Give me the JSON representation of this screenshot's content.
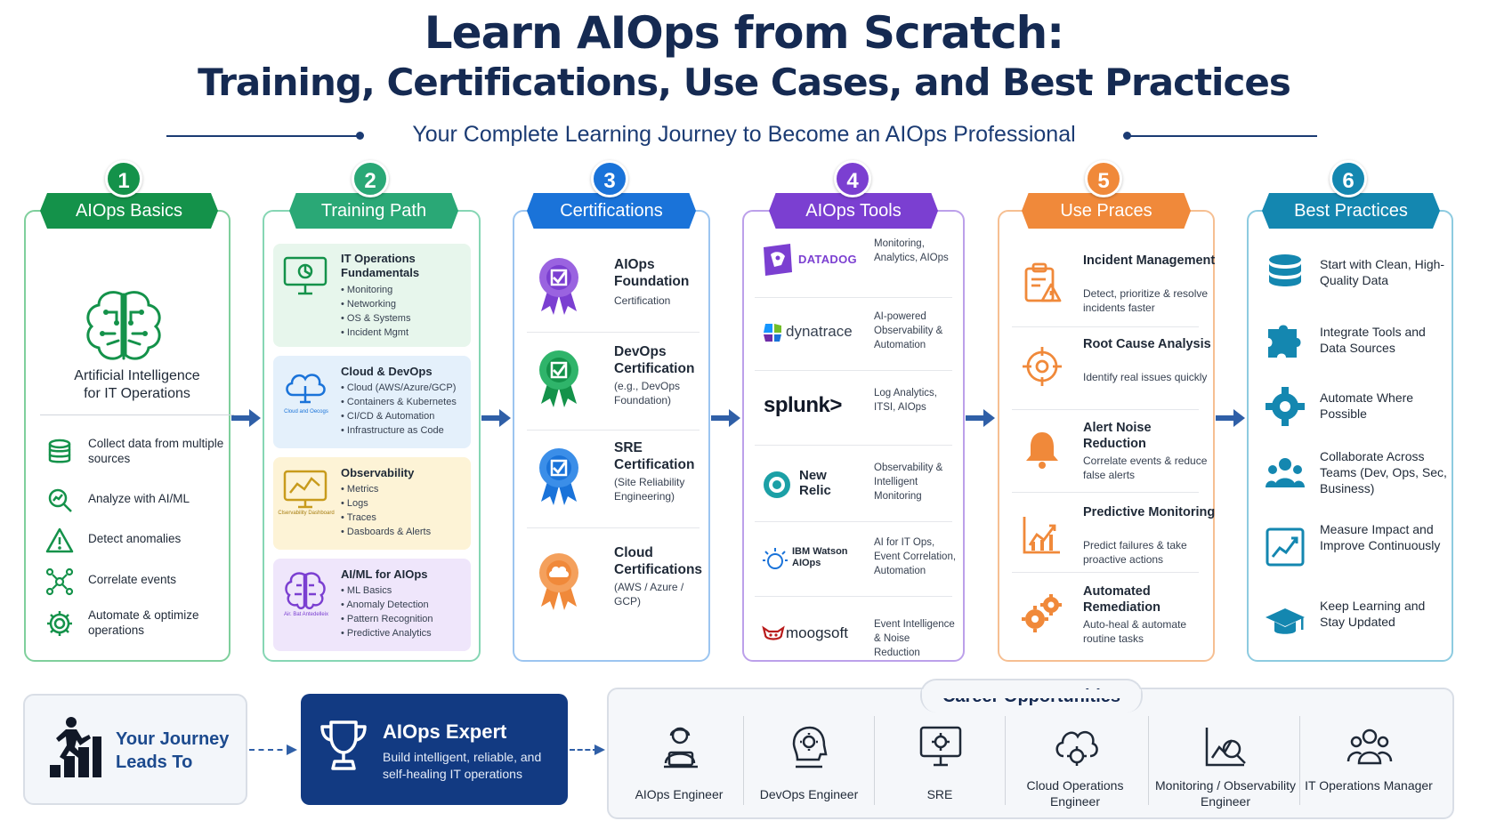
{
  "header": {
    "title_line1": "Learn AIOps from Scratch:",
    "title_line2": "Training, Certifications, Use Cases, and Best Practices",
    "subtitle": "Your Complete Learning Journey to Become an AIOps Professional"
  },
  "colors": {
    "green": "#14924a",
    "teal": "#2aa876",
    "blue": "#1a73d9",
    "purple": "#7b3fd1",
    "orange": "#f0893a",
    "cyan": "#1487b0",
    "navy": "#123a82"
  },
  "stages": [
    {
      "number": "1",
      "title": "AIOps Basics"
    },
    {
      "number": "2",
      "title": "Training Path"
    },
    {
      "number": "3",
      "title": "Certifications"
    },
    {
      "number": "4",
      "title": "AIOps Tools"
    },
    {
      "number": "5",
      "title": "Use Praces"
    },
    {
      "number": "6",
      "title": "Best Practices"
    }
  ],
  "basics": {
    "icon": "brain-circuit-icon",
    "desc_line1": "Artificial Intelligence",
    "desc_line2": "for IT Operations",
    "items": [
      {
        "icon": "database-icon",
        "text": "Collect data from multiple sources"
      },
      {
        "icon": "magnifier-chart-icon",
        "text": "Analyze with AI/ML"
      },
      {
        "icon": "warning-icon",
        "text": "Detect anomalies"
      },
      {
        "icon": "network-nodes-icon",
        "text": "Correlate events"
      },
      {
        "icon": "gear-icon",
        "text": "Automate & optimize operations"
      }
    ]
  },
  "training": [
    {
      "icon": "monitor-icon",
      "title": "IT Operations Fundamentals",
      "items": [
        "Monitoring",
        "Networking",
        "OS & Systems",
        "Incident Mgmt"
      ]
    },
    {
      "icon": "cloud-icon",
      "icon_caption": "Cloud and Oecogs",
      "title": "Cloud & DevOps",
      "items": [
        "Cloud (AWS/Azure/GCP)",
        "Containers & Kubernetes",
        "CI/CD & Automation",
        "Infrastructure as Code"
      ]
    },
    {
      "icon": "dashboard-chart-icon",
      "icon_caption": "Clservability Dashboard",
      "title": "Observability",
      "items": [
        "Metrics",
        "Logs",
        "Traces",
        "Dasboards & Alerts"
      ]
    },
    {
      "icon": "brain-icon",
      "icon_caption": "Air. Bat Antedelleix",
      "title": "AI/ML for AIOps",
      "items": [
        "ML Basics",
        "Anomaly Detection",
        "Pattern Recognition",
        "Predictive Analytics"
      ]
    }
  ],
  "certifications": [
    {
      "icon": "purple-badge-icon",
      "title": "AIOps Foundation",
      "sub": "Certification"
    },
    {
      "icon": "green-badge-icon",
      "title": "DevOps Certification",
      "sub": "(e.g., DevOps Foundation)"
    },
    {
      "icon": "blue-badge-icon",
      "title": "SRE Certification",
      "sub": "(Site Reliability Engineering)"
    },
    {
      "icon": "orange-badge-icon",
      "title": "Cloud Certifications",
      "sub": "(AWS / Azure / GCP)"
    }
  ],
  "tools": [
    {
      "name": "DATADOG",
      "logo": "datadog-logo-icon",
      "desc": "Monitoring, Analytics, AIOps"
    },
    {
      "name": "dynatrace",
      "logo": "dynatrace-logo-icon",
      "desc": "AI-powered Observability & Automation"
    },
    {
      "name": "splunk>",
      "logo": "splunk-logo",
      "desc": "Log Analytics, ITSI, AIOps"
    },
    {
      "name_line1": "New",
      "name_line2": "Relic",
      "logo": "newrelic-logo-icon",
      "desc": "Observability & Intelligent Monitoring"
    },
    {
      "name_line1": "IBM Watson",
      "name_line2": "AIOps",
      "logo": "ibm-watson-logo-icon",
      "desc": "AI for IT Ops, Event Correlation, Automation"
    },
    {
      "name": "moogsoft",
      "logo": "moogsoft-logo-icon",
      "desc": "Event Intelligence & Noise Reduction"
    }
  ],
  "use_cases": [
    {
      "icon": "clipboard-alert-icon",
      "title": "Incident Management",
      "desc": "Detect, prioritize & resolve incidents faster"
    },
    {
      "icon": "crosshair-icon",
      "title": "Root Cause Analysis",
      "desc": "Identify real issues quickly"
    },
    {
      "icon": "bell-icon",
      "title": "Alert Noise Reduction",
      "desc": "Correlate events & reduce false alerts"
    },
    {
      "icon": "trend-chart-icon",
      "title": "Predictive Monitoring",
      "desc": "Predict failures & take proactive actions"
    },
    {
      "icon": "gears-icon",
      "title": "Automated Remediation",
      "desc": "Auto-heal & automate routine tasks"
    }
  ],
  "best_practices": [
    {
      "icon": "database-stack-icon",
      "text": "Start with Clean, High-Quality Data"
    },
    {
      "icon": "puzzle-icon",
      "text": "Integrate Tools and Data Sources"
    },
    {
      "icon": "gear-icon",
      "text": "Automate Where Possible"
    },
    {
      "icon": "team-icon",
      "text": "Collaborate Across Teams (Dev, Ops, Sec, Business)"
    },
    {
      "icon": "growth-chart-icon",
      "text": "Measure Impact and Improve Continuously"
    },
    {
      "icon": "graduation-cap-icon",
      "text": "Keep Learning and Stay Updated"
    }
  ],
  "journey": {
    "icon": "climbing-person-icon",
    "line1": "Your Journey",
    "line2": "Leads To"
  },
  "expert": {
    "icon": "trophy-icon",
    "title": "AIOps Expert",
    "desc": "Build intelligent, reliable, and self-healing IT operations"
  },
  "career": {
    "title": "Career Opportunities",
    "roles": [
      {
        "icon": "engineer-laptop-icon",
        "text": "AIOps Engineer"
      },
      {
        "icon": "gear-head-icon",
        "text": "DevOps Engineer"
      },
      {
        "icon": "monitor-gear-icon",
        "text": "SRE"
      },
      {
        "icon": "cloud-gear-icon",
        "text": "Cloud Operations Engineer"
      },
      {
        "icon": "chart-magnifier-icon",
        "text": "Monitoring / Observability Engineer"
      },
      {
        "icon": "team-icon",
        "text": "IT Operations Manager"
      }
    ]
  }
}
